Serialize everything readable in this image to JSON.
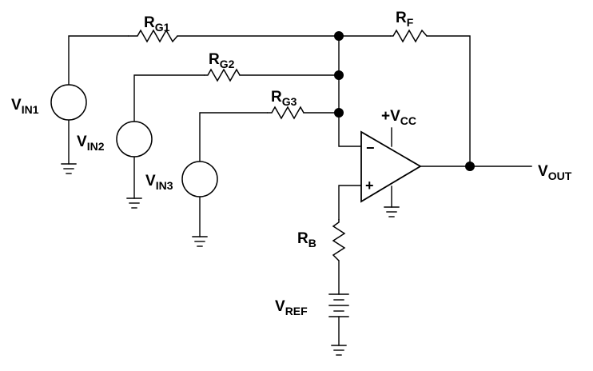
{
  "labels": {
    "rg1": {
      "main": "R",
      "sub": "G1"
    },
    "rg2": {
      "main": "R",
      "sub": "G2"
    },
    "rg3": {
      "main": "R",
      "sub": "G3"
    },
    "rf": {
      "main": "R",
      "sub": "F"
    },
    "rb": {
      "main": "R",
      "sub": "B"
    },
    "vin1": {
      "main": "V",
      "sub": "IN1"
    },
    "vin2": {
      "main": "V",
      "sub": "IN2"
    },
    "vin3": {
      "main": "V",
      "sub": "IN3"
    },
    "vcc": {
      "main": "+V",
      "sub": "CC"
    },
    "vout": {
      "main": "V",
      "sub": "OUT"
    },
    "vref": {
      "main": "V",
      "sub": "REF"
    }
  },
  "opamp": {
    "minus": "−",
    "plus": "+"
  }
}
